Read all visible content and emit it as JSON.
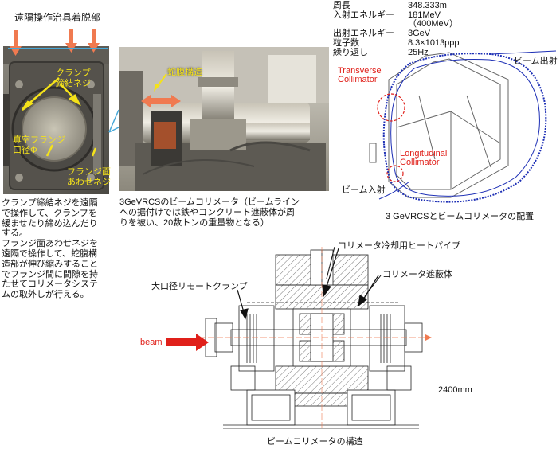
{
  "photo1": {
    "title": "遠隔操作治具着脱部",
    "label_clamp": "クランプ\n締結ネジ",
    "label_flange": "真空フランジ\n口径Φ     ",
    "label_face": "フランジ面\nあわせネジ",
    "caption": "クランプ締結ネジを遠隔\nで操作して、クランプを\n緩ませたり締め込んだり\nする。\nフランジ面あわせネジを\n遠隔で操作して、蛇腹構\n造部が伸び縮みすること\nでフランジ間に間隙を持\nたせてコリメータシステ\nムの取外しが行える。"
  },
  "photo2": {
    "label_bellows": "蛇腹構造",
    "caption": "3GeVRCSのビームコリメータ（ビームライン\nへの据付けでは鉄やコンクリート遮蔽体が周\nりを被い、20数トンの重量物となる）"
  },
  "specs": {
    "labels": "周長\n入射エネルギー\n\n出射エネルギー\n粒子数\n繰り返し",
    "values": "348.333m\n181MeV\n（400MeV）\n3GeV\n8.3×1013ppp\n25Hz"
  },
  "ring": {
    "transverse": "Transverse\nCollimator",
    "longitudinal": "Longitudinal\nCollimator",
    "extraction": "ビーム出射",
    "injection": "ビーム入射",
    "caption": "3 GeVRCSとビームコリメータの配置"
  },
  "structure": {
    "heatpipe": "コリメータ冷却用ヒートパイプ",
    "shield": "コリメータ遮蔽体",
    "clamp": "大口径リモートクランプ",
    "beam": "beam",
    "length": "2400mm",
    "caption": "ビームコリメータの構造"
  },
  "colors": {
    "red": "#e0201a",
    "yellow": "#f4e21a",
    "ring_blue": "#1d2fb5"
  }
}
